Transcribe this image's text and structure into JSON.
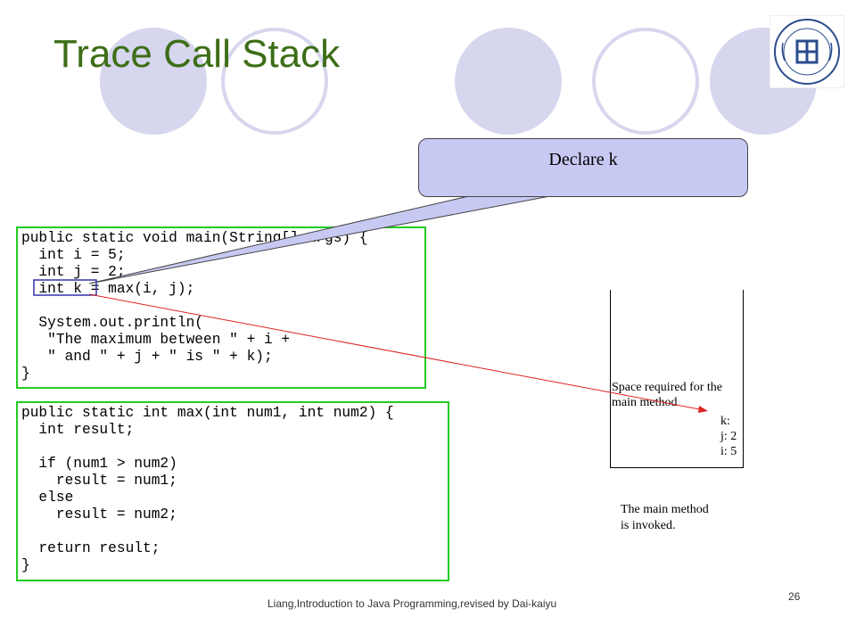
{
  "slide": {
    "title": "Trace Call Stack",
    "footer": "Liang,Introduction to Java Programming,revised by Dai-kaiyu",
    "page_number": "26"
  },
  "callout": {
    "text": "Declare k"
  },
  "code_main": {
    "lines": [
      "public static void main(String[] args) {",
      "  int i = 5;",
      "  int j = 2;",
      "  int k = max(i, j);",
      "",
      "  System.out.println(",
      "   \"The maximum between \" + i +",
      "   \" and \" + j + \" is \" + k);",
      "}"
    ]
  },
  "code_max": {
    "lines": [
      "public static int max(int num1, int num2) {",
      "  int result;",
      "",
      "  if (num1 > num2)",
      "    result = num1;",
      "  else",
      "    result = num2;",
      "",
      "  return result;",
      "}"
    ]
  },
  "stack": {
    "frame_label_line1": "Space required for the",
    "frame_label_line2": "main method",
    "var_k": "k:",
    "var_j": "j: 2",
    "var_i": "i: 5",
    "caption_line1": "The main method",
    "caption_line2": "is invoked."
  },
  "colors": {
    "title": "#3d6e17",
    "code_border": "#22cc22",
    "callout_fill": "#c8c9f3",
    "arrow": "#dd2222",
    "highlight_box": "#3333aa",
    "decor_circle": "#d6d6ee"
  },
  "icons": {
    "logo": "university-seal-logo"
  }
}
